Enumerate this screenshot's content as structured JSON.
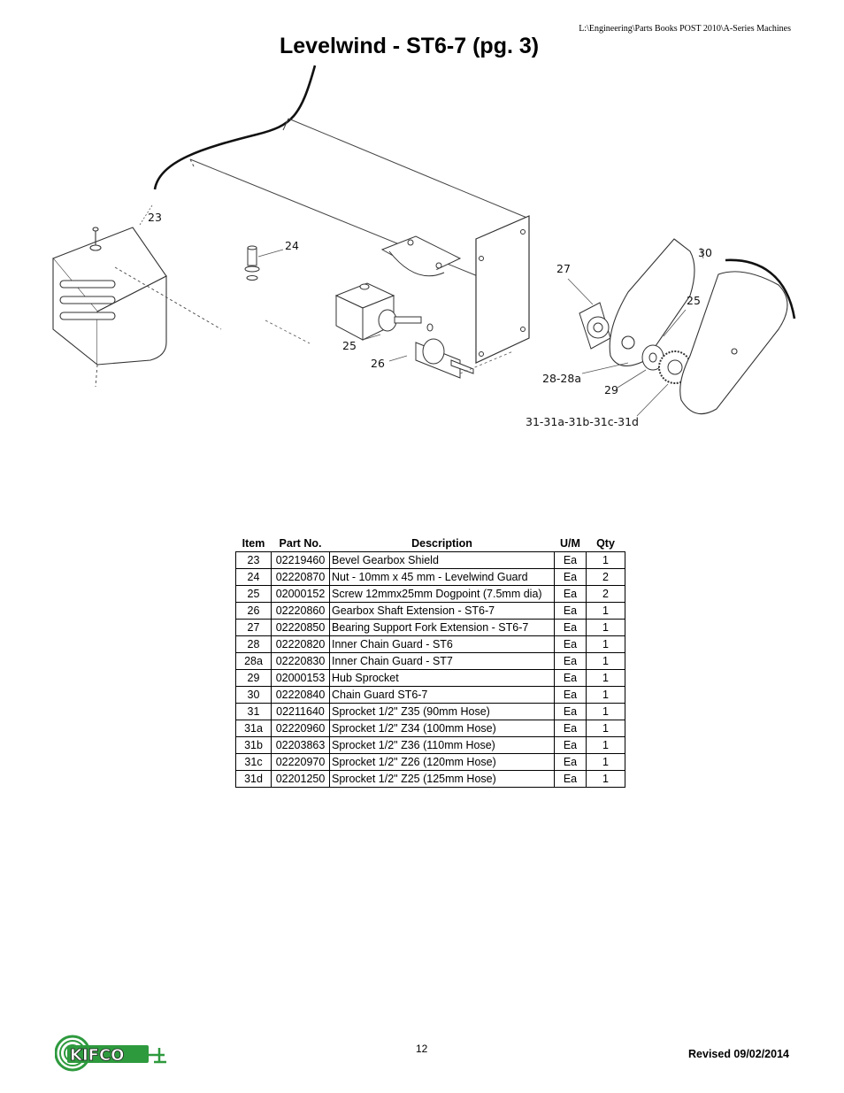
{
  "header": {
    "file_path": "L:\\Engineering\\Parts Books POST 2010\\A-Series Machines"
  },
  "title": "Levelwind - ST6-7 (pg. 3)",
  "diagram": {
    "callouts": [
      "23",
      "24",
      "25",
      "26",
      "27",
      "30",
      "25",
      "28-28a",
      "29",
      "31-31a-31b-31c-31d"
    ]
  },
  "table": {
    "headers": [
      "Item",
      "Part No.",
      "Description",
      "U/M",
      "Qty"
    ],
    "rows": [
      {
        "item": "23",
        "part": "02219460",
        "desc": "Bevel Gearbox Shield",
        "um": "Ea",
        "qty": "1"
      },
      {
        "item": "24",
        "part": "02220870",
        "desc": "Nut - 10mm x 45 mm - Levelwind Guard",
        "um": "Ea",
        "qty": "2"
      },
      {
        "item": "25",
        "part": "02000152",
        "desc": "Screw 12mmx25mm Dogpoint (7.5mm dia)",
        "um": "Ea",
        "qty": "2"
      },
      {
        "item": "26",
        "part": "02220860",
        "desc": "Gearbox Shaft Extension - ST6-7",
        "um": "Ea",
        "qty": "1"
      },
      {
        "item": "27",
        "part": "02220850",
        "desc": "Bearing Support Fork Extension - ST6-7",
        "um": "Ea",
        "qty": "1"
      },
      {
        "item": "28",
        "part": "02220820",
        "desc": "Inner Chain Guard - ST6",
        "um": "Ea",
        "qty": "1"
      },
      {
        "item": "28a",
        "part": "02220830",
        "desc": "Inner Chain Guard - ST7",
        "um": "Ea",
        "qty": "1"
      },
      {
        "item": "29",
        "part": "02000153",
        "desc": "Hub Sprocket",
        "um": "Ea",
        "qty": "1"
      },
      {
        "item": "30",
        "part": "02220840",
        "desc": "Chain Guard ST6-7",
        "um": "Ea",
        "qty": "1"
      },
      {
        "item": "31",
        "part": "02211640",
        "desc": "Sprocket 1/2\" Z35 (90mm Hose)",
        "um": "Ea",
        "qty": "1"
      },
      {
        "item": "31a",
        "part": "02220960",
        "desc": "Sprocket 1/2\" Z34 (100mm Hose)",
        "um": "Ea",
        "qty": "1"
      },
      {
        "item": "31b",
        "part": "02203863",
        "desc": "Sprocket 1/2\" Z36 (110mm Hose)",
        "um": "Ea",
        "qty": "1"
      },
      {
        "item": "31c",
        "part": "02220970",
        "desc": "Sprocket 1/2\" Z26 (120mm Hose)",
        "um": "Ea",
        "qty": "1"
      },
      {
        "item": "31d",
        "part": "02201250",
        "desc": "Sprocket 1/2\" Z25 (125mm Hose)",
        "um": "Ea",
        "qty": "1"
      }
    ]
  },
  "footer": {
    "page_number": "12",
    "revised": "Revised 09/02/2014",
    "logo_text": "KIFCO"
  },
  "colors": {
    "logo_green": "#2e9a3e",
    "logo_dark": "#1c1c1c",
    "line": "#333333"
  }
}
